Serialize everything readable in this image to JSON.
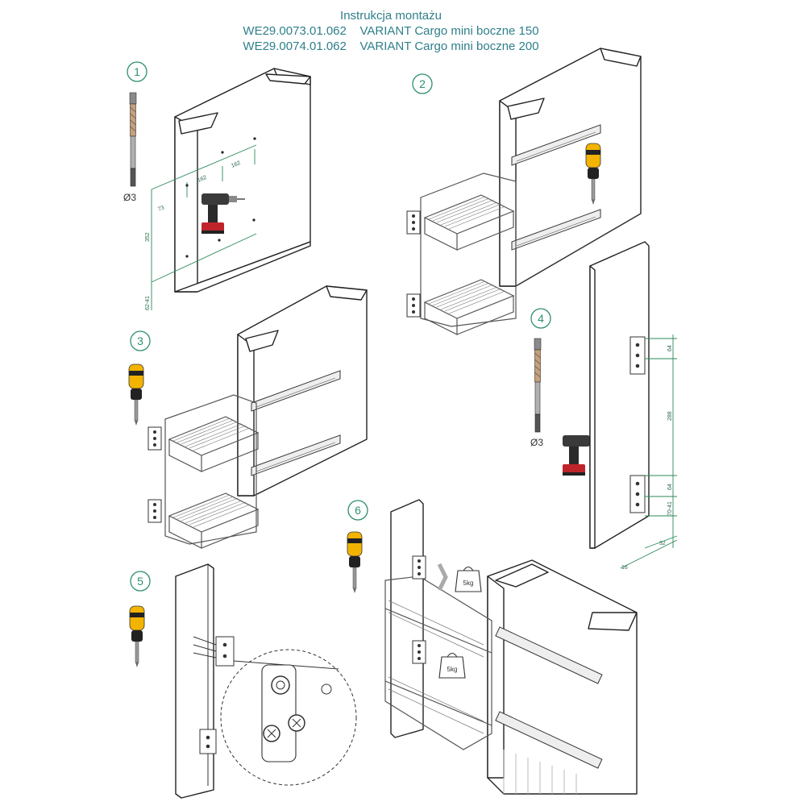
{
  "header": {
    "title": "Instrukcja montażu",
    "line1": "WE29.0073.01.062    VARIANT Cargo mini boczne 150",
    "line2": "WE29.0074.01.062    VARIANT Cargo mini boczne 200"
  },
  "steps": {
    "s1": "1",
    "s2": "2",
    "s3": "3",
    "s4": "4",
    "s5": "5",
    "s6": "6"
  },
  "step1": {
    "drill_diameter": "Ø3",
    "dims": {
      "d162a": "162",
      "d162b": "162",
      "d73": "73",
      "d352": "352",
      "d6241": "62-41"
    }
  },
  "step4": {
    "drill_diameter": "Ø3",
    "dims": {
      "d64a": "64",
      "d288": "288",
      "d64b": "64",
      "d7041": "70-41",
      "d32": "32",
      "d16": "16"
    }
  },
  "step6": {
    "weight_top": "5kg",
    "weight_mid": "5kg"
  },
  "colors": {
    "header_text": "#2f7f8a",
    "step_circle": "#2f8f6f",
    "dimension_lines": "#2a8a5a",
    "tool_yellow": "#f2b400",
    "drill_red": "#c0242b"
  }
}
